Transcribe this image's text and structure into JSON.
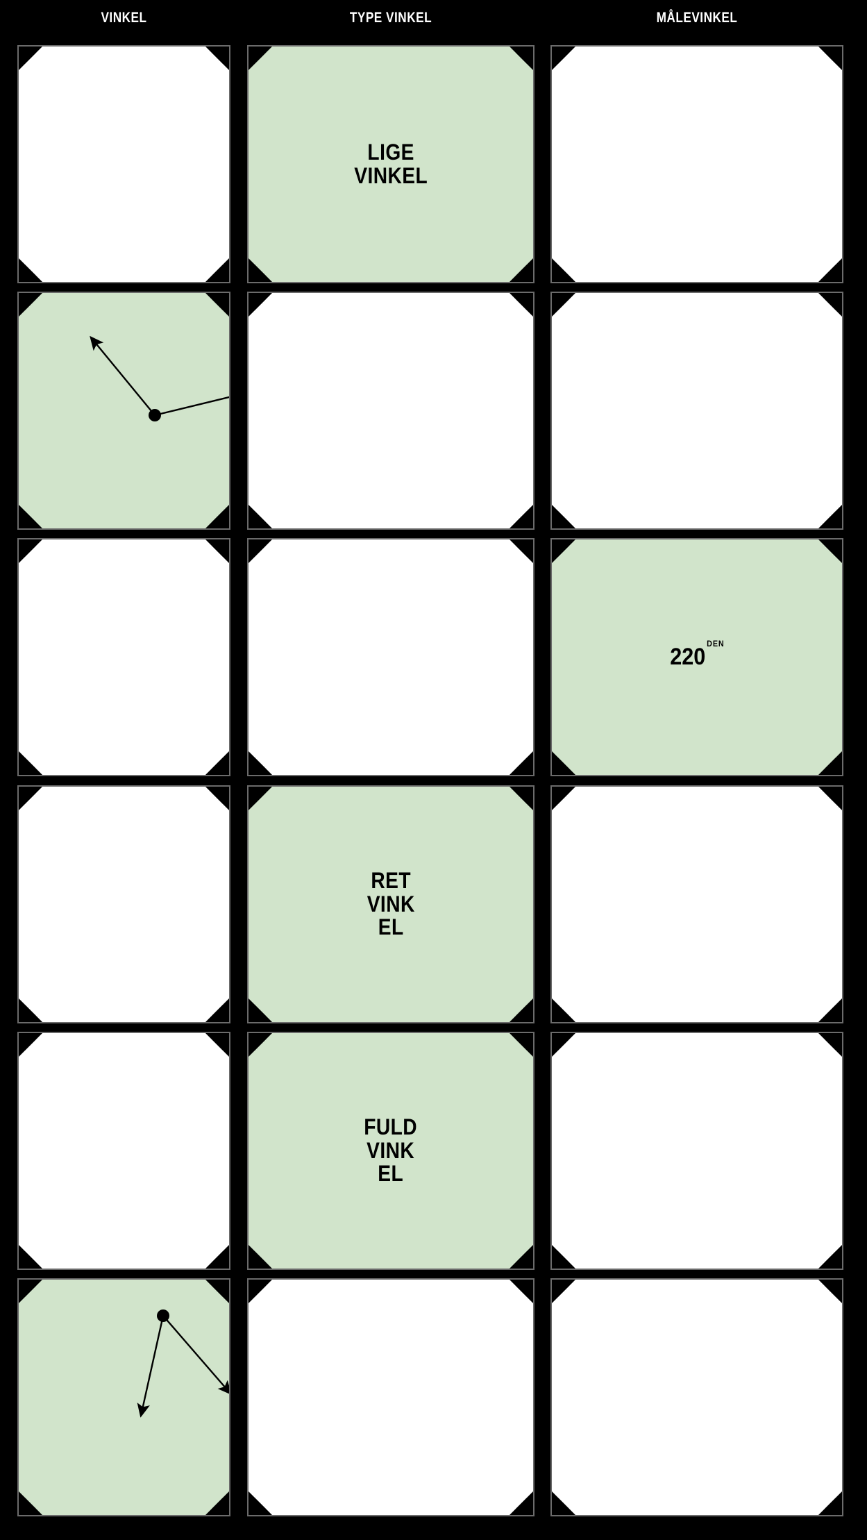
{
  "theme": {
    "background": "#000000",
    "cell_default": "#ffffff",
    "cell_filled": "#d1e4cb",
    "ink": "#000000",
    "header_text": "#ffffff",
    "frame_line": "#6b6b6b"
  },
  "headers": [
    {
      "label": "VINKEL"
    },
    {
      "label": "TYPE VINKEL"
    },
    {
      "label": "MÅLEVINKEL"
    }
  ],
  "grid": {
    "rows": 6,
    "cols": 3
  },
  "cells": [
    {
      "row": 1,
      "col": 1,
      "filled": false,
      "kind": "empty",
      "text": ""
    },
    {
      "row": 1,
      "col": 2,
      "filled": true,
      "kind": "text",
      "text": "LIGE\nVINKEL"
    },
    {
      "row": 1,
      "col": 3,
      "filled": false,
      "kind": "empty",
      "text": ""
    },
    {
      "row": 2,
      "col": 1,
      "filled": true,
      "kind": "angle",
      "angle_id": "angle-obtuse-left"
    },
    {
      "row": 2,
      "col": 2,
      "filled": false,
      "kind": "empty",
      "text": ""
    },
    {
      "row": 2,
      "col": 3,
      "filled": false,
      "kind": "empty",
      "text": ""
    },
    {
      "row": 3,
      "col": 1,
      "filled": false,
      "kind": "empty",
      "text": ""
    },
    {
      "row": 3,
      "col": 2,
      "filled": false,
      "kind": "empty",
      "text": ""
    },
    {
      "row": 3,
      "col": 3,
      "filled": true,
      "kind": "measure",
      "value": "220",
      "unit": "DEN"
    },
    {
      "row": 4,
      "col": 1,
      "filled": false,
      "kind": "empty",
      "text": ""
    },
    {
      "row": 4,
      "col": 2,
      "filled": true,
      "kind": "text",
      "text": "RET\nVINK\nEL"
    },
    {
      "row": 4,
      "col": 3,
      "filled": false,
      "kind": "empty",
      "text": ""
    },
    {
      "row": 5,
      "col": 1,
      "filled": false,
      "kind": "empty",
      "text": ""
    },
    {
      "row": 5,
      "col": 2,
      "filled": true,
      "kind": "text",
      "text": "FULD\nVINK\nEL"
    },
    {
      "row": 5,
      "col": 3,
      "filled": false,
      "kind": "empty",
      "text": ""
    },
    {
      "row": 6,
      "col": 1,
      "filled": true,
      "kind": "angle",
      "angle_id": "angle-acute-down"
    },
    {
      "row": 6,
      "col": 2,
      "filled": false,
      "kind": "empty",
      "text": ""
    },
    {
      "row": 6,
      "col": 3,
      "filled": false,
      "kind": "empty",
      "text": ""
    }
  ],
  "angles": {
    "angle-obtuse-left": {
      "vertex": [
        196,
        176
      ],
      "rays": [
        [
          104,
          64
        ],
        [
          336,
          142
        ]
      ]
    },
    "angle-acute-down": {
      "vertex": [
        208,
        52
      ],
      "rays": [
        [
          176,
          196
        ],
        [
          305,
          164
        ]
      ]
    }
  }
}
